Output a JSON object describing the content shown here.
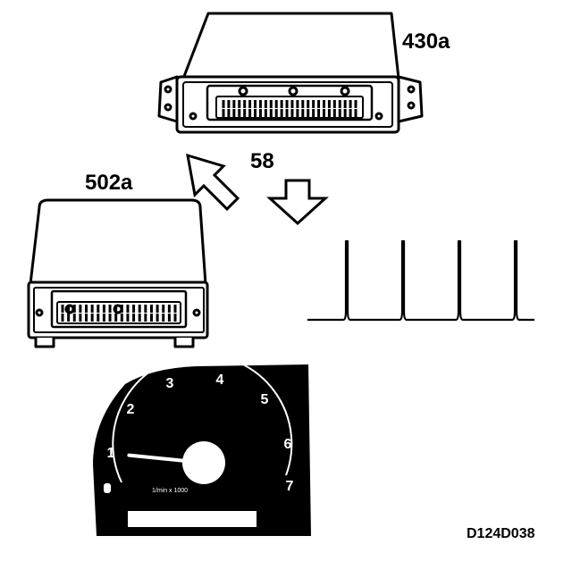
{
  "diagram": {
    "ecu_label": "430a",
    "module_label": "502a",
    "signal_label": "58",
    "figure_code": "D124D038",
    "signal": {
      "pulse_count": 4
    },
    "gauge": {
      "dial_numbers": [
        "1",
        "2",
        "3",
        "4",
        "5",
        "6",
        "7"
      ],
      "unit_label": "1/min x 1000",
      "needle_value": 0.8,
      "range_max": 7
    },
    "colors": {
      "ink": "#000000",
      "paper": "#ffffff"
    }
  }
}
